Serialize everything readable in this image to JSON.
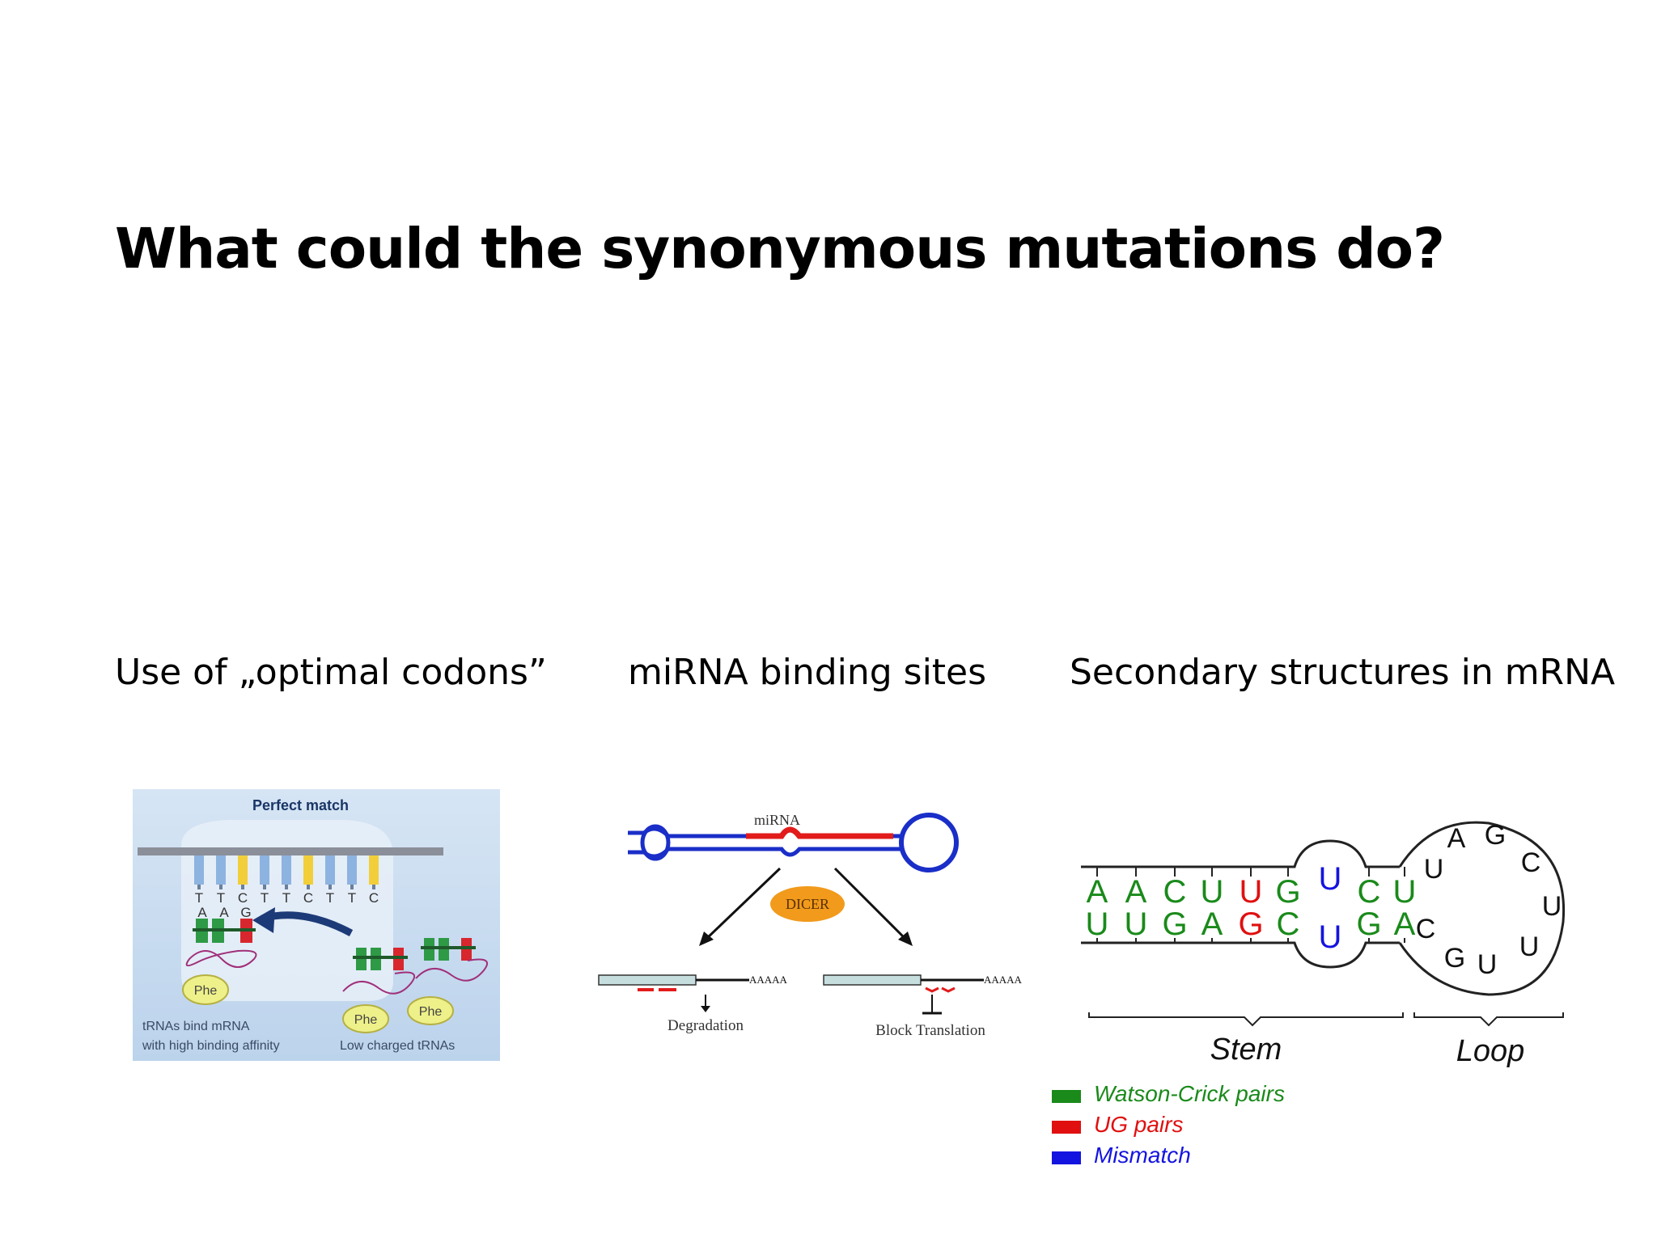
{
  "slide": {
    "title": "What could the synonymous mutations do?"
  },
  "captions": {
    "codons": "Use of „optimal codons”",
    "mirna": "miRNA binding sites",
    "secondary": "Secondary structures in mRNA"
  },
  "codons_panel": {
    "heading": "Perfect match",
    "mrna_letters": [
      "T",
      "T",
      "C",
      "T",
      "T",
      "C",
      "T",
      "T",
      "C"
    ],
    "anticodon_letters": [
      "A",
      "A",
      "G"
    ],
    "phe_label": "Phe",
    "left_caption_line1": "tRNAs bind mRNA",
    "left_caption_line2": "with high binding affinity",
    "right_caption": "Low charged tRNAs",
    "colors": {
      "background": "#c9dcef",
      "codon_blue": "#8db3e0",
      "codon_yellow": "#f2cf3a",
      "green": "#2e9a46",
      "red": "#d8262e",
      "phe": "#eef08a",
      "arrow": "#1d3a78"
    }
  },
  "mirna_panel": {
    "mirna_label": "miRNA",
    "dicer_label": "DICER",
    "polya_tail": "AAAAA",
    "degradation_label": "Degradation",
    "block_label": "Block Translation",
    "colors": {
      "hairpin": "#1a2ec8",
      "mirna": "#e21b1b",
      "dicer": "#f19a1c",
      "mrna_box": "#c6dede"
    }
  },
  "secondary_panel": {
    "top_strand": [
      {
        "base": "A",
        "kind": "wc"
      },
      {
        "base": "A",
        "kind": "wc"
      },
      {
        "base": "C",
        "kind": "wc"
      },
      {
        "base": "U",
        "kind": "wc"
      },
      {
        "base": "U",
        "kind": "ug"
      },
      {
        "base": "G",
        "kind": "wc"
      },
      {
        "base": "U",
        "kind": "mismatch"
      },
      {
        "base": "C",
        "kind": "wc"
      },
      {
        "base": "U",
        "kind": "wc"
      }
    ],
    "bottom_strand": [
      {
        "base": "U",
        "kind": "wc"
      },
      {
        "base": "U",
        "kind": "wc"
      },
      {
        "base": "G",
        "kind": "wc"
      },
      {
        "base": "A",
        "kind": "wc"
      },
      {
        "base": "G",
        "kind": "ug"
      },
      {
        "base": "C",
        "kind": "wc"
      },
      {
        "base": "U",
        "kind": "mismatch"
      },
      {
        "base": "G",
        "kind": "wc"
      },
      {
        "base": "A",
        "kind": "wc"
      }
    ],
    "loop_bases": [
      "U",
      "A",
      "G",
      "C",
      "U",
      "U",
      "U",
      "G",
      "C"
    ],
    "stem_label": "Stem",
    "loop_label": "Loop",
    "legend": [
      {
        "label": "Watson-Crick pairs",
        "color": "#1a8a1a"
      },
      {
        "label": "UG pairs",
        "color": "#e01010"
      },
      {
        "label": "Mismatch",
        "color": "#1414e0"
      }
    ]
  }
}
